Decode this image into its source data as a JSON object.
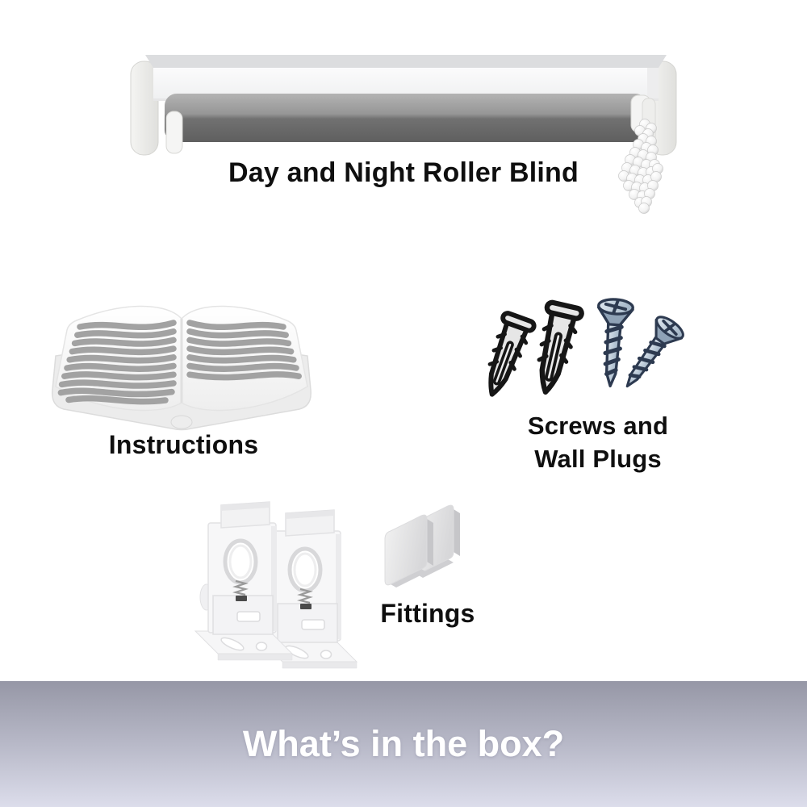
{
  "product": {
    "label": "Day and Night Roller Blind"
  },
  "items": {
    "instructions": {
      "label": "Instructions",
      "illustration": "open-instruction-booklet"
    },
    "screws_wall_plugs": {
      "label_line1": "Screws and",
      "label_line2": "Wall Plugs",
      "illustration": "two-wall-plugs-and-two-screws"
    },
    "fittings": {
      "label": "Fittings",
      "illustration": "two-mounting-brackets-and-two-plates"
    }
  },
  "banner": {
    "title": "What’s in the box?"
  },
  "colors": {
    "background": "#ffffff",
    "label_text": "#0f0f0f",
    "banner_gradient_top": "#9697a6",
    "banner_gradient_bottom": "#dcddeb",
    "banner_text": "#ffffff",
    "headrail_top": "#dcdddf",
    "headrail_front": "#f6f7f8",
    "roller_fabric_light": "#b3b3b3",
    "roller_fabric_dark": "#5f5f5f",
    "book_stripe": "#a2a2a2",
    "wall_plug_fill": "#e6e6e6",
    "wall_plug_outline": "#161616",
    "screw_metal": "#b9c6d4",
    "screw_outline": "#2d3a50",
    "bracket_white": "#f7f7f8",
    "plate_gray": "#d7d7d9"
  }
}
